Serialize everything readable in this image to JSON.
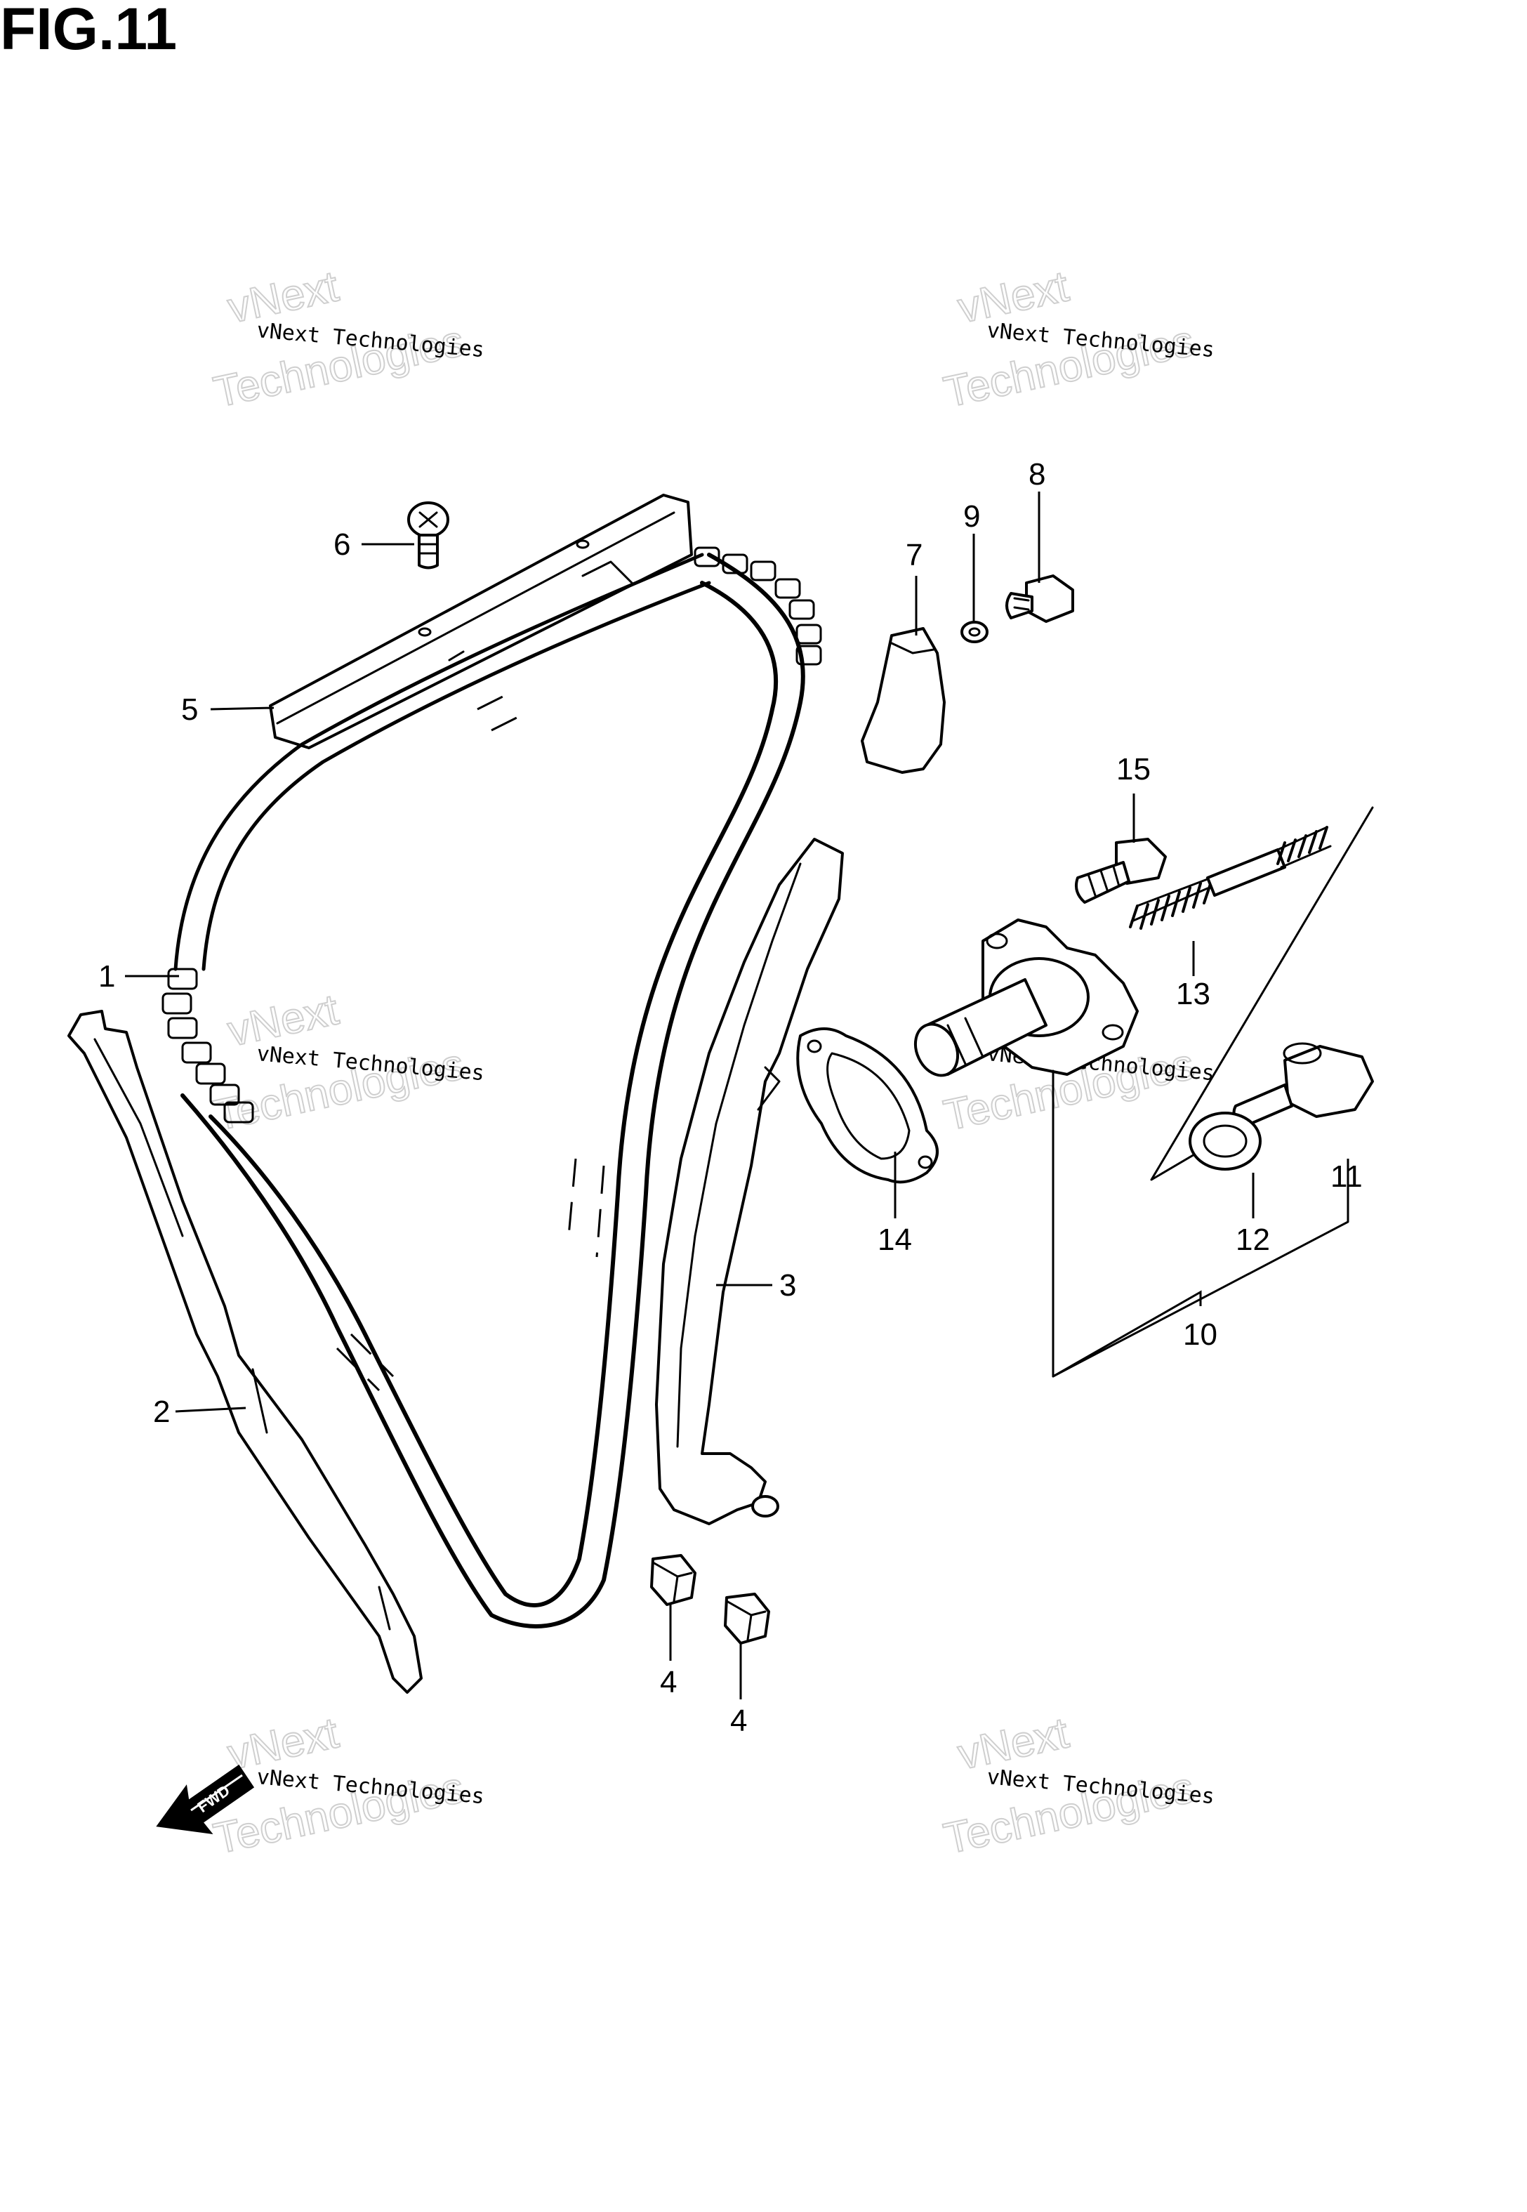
{
  "figure": {
    "title": "FIG.11"
  },
  "callouts": [
    {
      "id": "1",
      "label": "1"
    },
    {
      "id": "2",
      "label": "2"
    },
    {
      "id": "3",
      "label": "3"
    },
    {
      "id": "4a",
      "label": "4"
    },
    {
      "id": "4b",
      "label": "4"
    },
    {
      "id": "5",
      "label": "5"
    },
    {
      "id": "6",
      "label": "6"
    },
    {
      "id": "7",
      "label": "7"
    },
    {
      "id": "8",
      "label": "8"
    },
    {
      "id": "9",
      "label": "9"
    },
    {
      "id": "10",
      "label": "10"
    },
    {
      "id": "11",
      "label": "11"
    },
    {
      "id": "12",
      "label": "12"
    },
    {
      "id": "13",
      "label": "13"
    },
    {
      "id": "14",
      "label": "14"
    },
    {
      "id": "15",
      "label": "15"
    }
  ],
  "fwd_arrow": {
    "label": "FWD"
  },
  "watermark": {
    "line1": "vNext Technologies",
    "line2_top": "vNext",
    "line2_bottom": "Technologies"
  }
}
